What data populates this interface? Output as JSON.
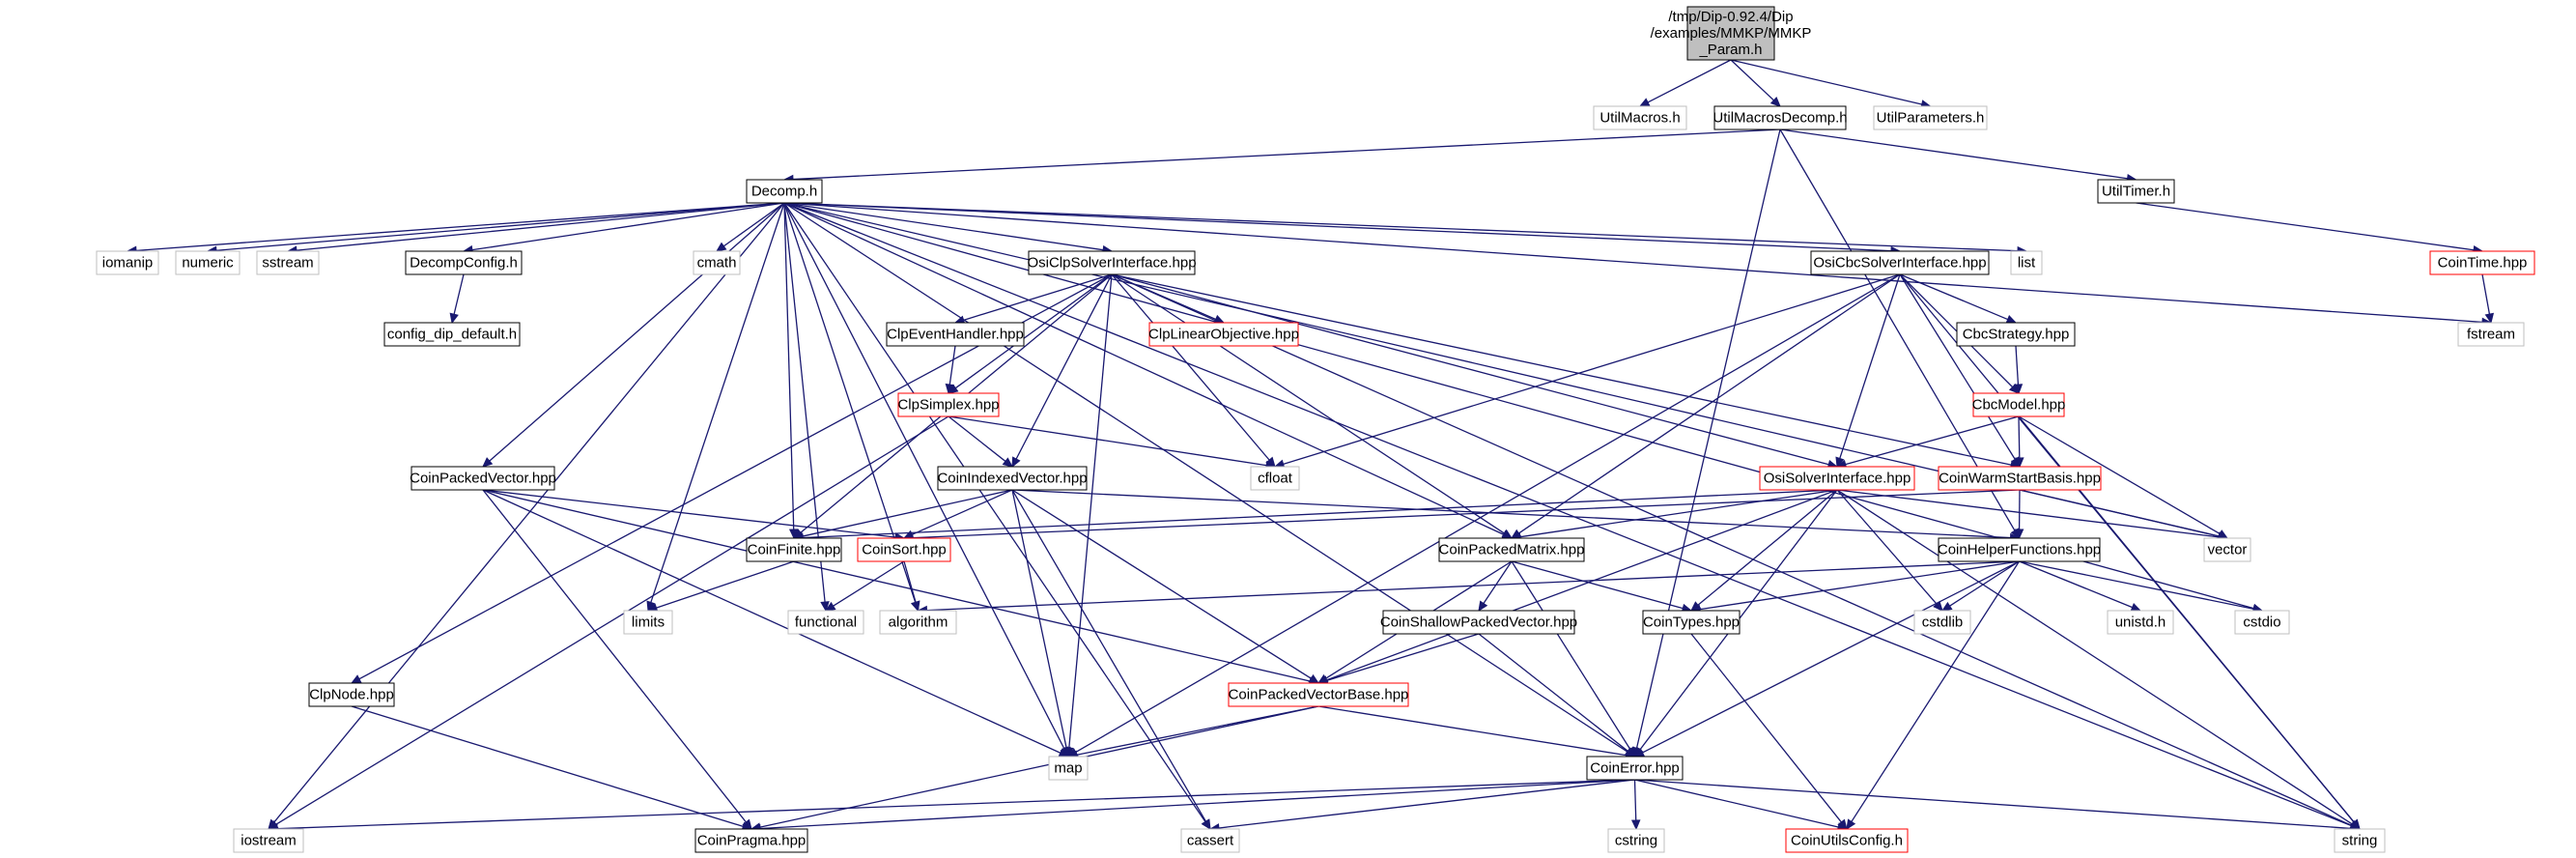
{
  "colors": {
    "edge": "#191970",
    "border_default": "#000000",
    "border_missing": "#bfbfbf",
    "border_truncated": "#ff0000",
    "fill_root": "#bfbfbf",
    "fill_default": "#ffffff"
  },
  "nodes": [
    {
      "id": "root",
      "lines": [
        "/tmp/Dip-0.92.4/Dip",
        "/examples/MMKP/MMKP",
        "_Param.h"
      ],
      "style": "root"
    },
    {
      "id": "utilmacros",
      "lines": [
        "UtilMacros.h"
      ],
      "style": "missing"
    },
    {
      "id": "utilmacrosdecomp",
      "lines": [
        "UtilMacrosDecomp.h"
      ],
      "style": "default"
    },
    {
      "id": "utilparameters",
      "lines": [
        "UtilParameters.h"
      ],
      "style": "missing"
    },
    {
      "id": "decomp",
      "lines": [
        "Decomp.h"
      ],
      "style": "default"
    },
    {
      "id": "utiltimer",
      "lines": [
        "UtilTimer.h"
      ],
      "style": "default"
    },
    {
      "id": "cointime",
      "lines": [
        "CoinTime.hpp"
      ],
      "style": "truncated"
    },
    {
      "id": "iomanip",
      "lines": [
        "iomanip"
      ],
      "style": "missing"
    },
    {
      "id": "numeric",
      "lines": [
        "numeric"
      ],
      "style": "missing"
    },
    {
      "id": "sstream",
      "lines": [
        "sstream"
      ],
      "style": "missing"
    },
    {
      "id": "decompconfig",
      "lines": [
        "DecompConfig.h"
      ],
      "style": "default"
    },
    {
      "id": "cmath",
      "lines": [
        "cmath"
      ],
      "style": "missing"
    },
    {
      "id": "osiclp",
      "lines": [
        "OsiClpSolverInterface.hpp"
      ],
      "style": "default"
    },
    {
      "id": "osicbc",
      "lines": [
        "OsiCbcSolverInterface.hpp"
      ],
      "style": "default"
    },
    {
      "id": "list",
      "lines": [
        "list"
      ],
      "style": "missing"
    },
    {
      "id": "fstream",
      "lines": [
        "fstream"
      ],
      "style": "missing"
    },
    {
      "id": "configdip",
      "lines": [
        "config_dip_default.h"
      ],
      "style": "default"
    },
    {
      "id": "clpevent",
      "lines": [
        "ClpEventHandler.hpp"
      ],
      "style": "default"
    },
    {
      "id": "clplinobj",
      "lines": [
        "ClpLinearObjective.hpp"
      ],
      "style": "truncated"
    },
    {
      "id": "cbcstrategy",
      "lines": [
        "CbcStrategy.hpp"
      ],
      "style": "default"
    },
    {
      "id": "clpsimplex",
      "lines": [
        "ClpSimplex.hpp"
      ],
      "style": "truncated"
    },
    {
      "id": "cbcmodel",
      "lines": [
        "CbcModel.hpp"
      ],
      "style": "truncated"
    },
    {
      "id": "coinpackedvector",
      "lines": [
        "CoinPackedVector.hpp"
      ],
      "style": "default"
    },
    {
      "id": "coinindexedvector",
      "lines": [
        "CoinIndexedVector.hpp"
      ],
      "style": "default"
    },
    {
      "id": "cfloat",
      "lines": [
        "cfloat"
      ],
      "style": "missing"
    },
    {
      "id": "osisolver",
      "lines": [
        "OsiSolverInterface.hpp"
      ],
      "style": "truncated"
    },
    {
      "id": "coinwarm",
      "lines": [
        "CoinWarmStartBasis.hpp"
      ],
      "style": "truncated"
    },
    {
      "id": "coinfinite",
      "lines": [
        "CoinFinite.hpp"
      ],
      "style": "default"
    },
    {
      "id": "coinsort",
      "lines": [
        "CoinSort.hpp"
      ],
      "style": "truncated"
    },
    {
      "id": "coinpackedmatrix",
      "lines": [
        "CoinPackedMatrix.hpp"
      ],
      "style": "default"
    },
    {
      "id": "coinhelper",
      "lines": [
        "CoinHelperFunctions.hpp"
      ],
      "style": "default"
    },
    {
      "id": "vector",
      "lines": [
        "vector"
      ],
      "style": "missing"
    },
    {
      "id": "limits",
      "lines": [
        "limits"
      ],
      "style": "missing"
    },
    {
      "id": "functional",
      "lines": [
        "functional"
      ],
      "style": "missing"
    },
    {
      "id": "algorithm",
      "lines": [
        "algorithm"
      ],
      "style": "missing"
    },
    {
      "id": "coinshallow",
      "lines": [
        "CoinShallowPackedVector.hpp"
      ],
      "style": "default"
    },
    {
      "id": "cointypes",
      "lines": [
        "CoinTypes.hpp"
      ],
      "style": "default"
    },
    {
      "id": "cstdlib",
      "lines": [
        "cstdlib"
      ],
      "style": "missing"
    },
    {
      "id": "unistd",
      "lines": [
        "unistd.h"
      ],
      "style": "missing"
    },
    {
      "id": "cstdio",
      "lines": [
        "cstdio"
      ],
      "style": "missing"
    },
    {
      "id": "clpnode",
      "lines": [
        "ClpNode.hpp"
      ],
      "style": "default"
    },
    {
      "id": "coinpvb",
      "lines": [
        "CoinPackedVectorBase.hpp"
      ],
      "style": "truncated"
    },
    {
      "id": "map",
      "lines": [
        "map"
      ],
      "style": "missing"
    },
    {
      "id": "coinerror",
      "lines": [
        "CoinError.hpp"
      ],
      "style": "default"
    },
    {
      "id": "iostream",
      "lines": [
        "iostream"
      ],
      "style": "missing"
    },
    {
      "id": "coinpragma",
      "lines": [
        "CoinPragma.hpp"
      ],
      "style": "default"
    },
    {
      "id": "cassert",
      "lines": [
        "cassert"
      ],
      "style": "missing"
    },
    {
      "id": "cstring",
      "lines": [
        "cstring"
      ],
      "style": "missing"
    },
    {
      "id": "coinutilsconfig",
      "lines": [
        "CoinUtilsConfig.h"
      ],
      "style": "truncated"
    },
    {
      "id": "string",
      "lines": [
        "string"
      ],
      "style": "missing"
    }
  ],
  "edges": [
    [
      "root",
      "utilmacros"
    ],
    [
      "root",
      "utilmacrosdecomp"
    ],
    [
      "root",
      "utilparameters"
    ],
    [
      "utilmacrosdecomp",
      "decomp"
    ],
    [
      "utilmacrosdecomp",
      "utiltimer"
    ],
    [
      "utilmacrosdecomp",
      "coinerror"
    ],
    [
      "utilmacrosdecomp",
      "coinhelper"
    ],
    [
      "utiltimer",
      "cointime"
    ],
    [
      "cointime",
      "fstream"
    ],
    [
      "decomp",
      "iomanip"
    ],
    [
      "decomp",
      "numeric"
    ],
    [
      "decomp",
      "sstream"
    ],
    [
      "decomp",
      "decompconfig"
    ],
    [
      "decomp",
      "cmath"
    ],
    [
      "decomp",
      "osiclp"
    ],
    [
      "decomp",
      "osicbc"
    ],
    [
      "decomp",
      "list"
    ],
    [
      "decomp",
      "fstream"
    ],
    [
      "decomp",
      "coinpackedvector"
    ],
    [
      "decomp",
      "iostream"
    ],
    [
      "decomp",
      "map"
    ],
    [
      "decomp",
      "limits"
    ],
    [
      "decomp",
      "functional"
    ],
    [
      "decomp",
      "algorithm"
    ],
    [
      "decomp",
      "coinfinite"
    ],
    [
      "decomp",
      "cassert"
    ],
    [
      "decomp",
      "coinpackedmatrix"
    ],
    [
      "decomp",
      "coinerror"
    ],
    [
      "decomp",
      "vector"
    ],
    [
      "decomp",
      "cstdio"
    ],
    [
      "decomp",
      "string"
    ],
    [
      "decompconfig",
      "configdip"
    ],
    [
      "osiclp",
      "clpevent"
    ],
    [
      "osiclp",
      "clplinobj"
    ],
    [
      "osiclp",
      "clpsimplex"
    ],
    [
      "osiclp",
      "coinindexedvector"
    ],
    [
      "osiclp",
      "cfloat"
    ],
    [
      "osiclp",
      "osisolver"
    ],
    [
      "osiclp",
      "coinwarm"
    ],
    [
      "osiclp",
      "coinfinite"
    ],
    [
      "osiclp",
      "coinpackedmatrix"
    ],
    [
      "osiclp",
      "map"
    ],
    [
      "osiclp",
      "clpnode"
    ],
    [
      "osiclp",
      "string"
    ],
    [
      "clpevent",
      "clpsimplex"
    ],
    [
      "clpsimplex",
      "coinindexedvector"
    ],
    [
      "clpsimplex",
      "cfloat"
    ],
    [
      "clpsimplex",
      "iostream"
    ],
    [
      "osicbc",
      "cbcstrategy"
    ],
    [
      "osicbc",
      "cbcmodel"
    ],
    [
      "osicbc",
      "osisolver"
    ],
    [
      "osicbc",
      "coinwarm"
    ],
    [
      "osicbc",
      "coinpackedmatrix"
    ],
    [
      "osicbc",
      "cfloat"
    ],
    [
      "osicbc",
      "map"
    ],
    [
      "osicbc",
      "string"
    ],
    [
      "cbcstrategy",
      "cbcmodel"
    ],
    [
      "cbcmodel",
      "osisolver"
    ],
    [
      "cbcmodel",
      "coinwarm"
    ],
    [
      "cbcmodel",
      "vector"
    ],
    [
      "cbcmodel",
      "string"
    ],
    [
      "coinpackedvector",
      "coinsort"
    ],
    [
      "coinpackedvector",
      "coinpvb"
    ],
    [
      "coinpackedvector",
      "map"
    ],
    [
      "coinpackedvector",
      "coinpragma"
    ],
    [
      "coinindexedvector",
      "coinfinite"
    ],
    [
      "coinindexedvector",
      "coinsort"
    ],
    [
      "coinindexedvector",
      "coinhelper"
    ],
    [
      "coinindexedvector",
      "coinpvb"
    ],
    [
      "coinindexedvector",
      "map"
    ],
    [
      "coinindexedvector",
      "cassert"
    ],
    [
      "osisolver",
      "coinfinite"
    ],
    [
      "osisolver",
      "coinpackedmatrix"
    ],
    [
      "osisolver",
      "coinpvb"
    ],
    [
      "osisolver",
      "cointypes"
    ],
    [
      "osisolver",
      "coinerror"
    ],
    [
      "osisolver",
      "cstdlib"
    ],
    [
      "osisolver",
      "vector"
    ],
    [
      "osisolver",
      "string"
    ],
    [
      "coinwarm",
      "coinhelper"
    ],
    [
      "coinwarm",
      "coinsort"
    ],
    [
      "coinwarm",
      "vector"
    ],
    [
      "coinfinite",
      "limits"
    ],
    [
      "coinsort",
      "functional"
    ],
    [
      "coinsort",
      "algorithm"
    ],
    [
      "coinpackedmatrix",
      "coinshallow"
    ],
    [
      "coinpackedmatrix",
      "coinpvb"
    ],
    [
      "coinpackedmatrix",
      "cointypes"
    ],
    [
      "coinpackedmatrix",
      "coinerror"
    ],
    [
      "coinhelper",
      "algorithm"
    ],
    [
      "coinhelper",
      "cointypes"
    ],
    [
      "coinhelper",
      "cstdlib"
    ],
    [
      "coinhelper",
      "unistd"
    ],
    [
      "coinhelper",
      "cstdio"
    ],
    [
      "coinhelper",
      "coinerror"
    ],
    [
      "coinhelper",
      "coinutilsconfig"
    ],
    [
      "coinshallow",
      "coinpvb"
    ],
    [
      "coinshallow",
      "coinerror"
    ],
    [
      "cointypes",
      "coinutilsconfig"
    ],
    [
      "clpnode",
      "coinpragma"
    ],
    [
      "coinpvb",
      "map"
    ],
    [
      "coinpvb",
      "coinerror"
    ],
    [
      "coinpvb",
      "coinpragma"
    ],
    [
      "coinerror",
      "iostream"
    ],
    [
      "coinerror",
      "coinpragma"
    ],
    [
      "coinerror",
      "cassert"
    ],
    [
      "coinerror",
      "cstring"
    ],
    [
      "coinerror",
      "coinutilsconfig"
    ],
    [
      "coinerror",
      "string"
    ]
  ]
}
